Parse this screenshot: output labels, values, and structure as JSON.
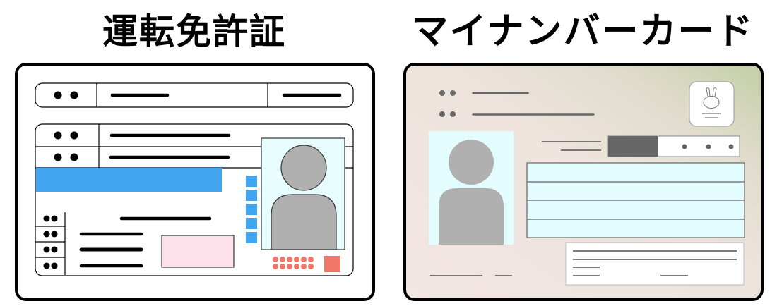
{
  "left_card": {
    "title": "運転免許証",
    "colors": {
      "outline": "#000000",
      "blue_band": "#42a5f0",
      "photo_bg": "#e6fcfd",
      "silhouette": "#b0b0b0",
      "pink_box": "#fde1ea",
      "red_accent": "#f07868"
    },
    "blue_squares_count": 5,
    "red_dots_count": 12
  },
  "right_card": {
    "title": "マイナンバーカード",
    "colors": {
      "outline": "#000000",
      "bg_start": "#f3e6e4",
      "bg_end": "#c6d0aa",
      "photo_bg": "#e3fcfd",
      "silhouette": "#b0b0b0",
      "dark_block": "#666666",
      "table_bg": "#e3fcfd",
      "lines": "#666666"
    },
    "table_rows": 4,
    "dots_count": 3,
    "emblem": "rabbit-emblem"
  }
}
